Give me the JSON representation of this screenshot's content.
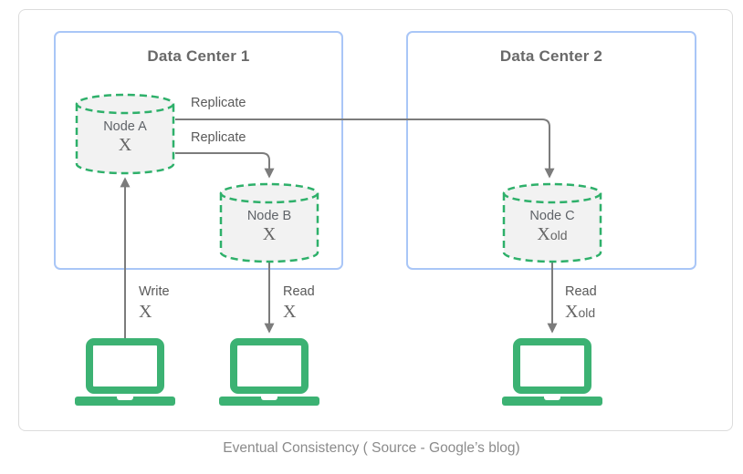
{
  "caption": "Eventual Consistency ( Source - Google’s blog)",
  "colors": {
    "laptop_green": "#3cb273",
    "node_dash_green": "#2eb06a",
    "node_fill": "#f2f2f2",
    "dc_border_blue": "#a9c6f7",
    "outer_border": "#dcdcdc",
    "arrow_gray": "#7c7c7c",
    "title_text": "#696969",
    "label_text": "#595959",
    "caption_text": "#8b8b8b"
  },
  "data_centers": [
    {
      "title": "Data Center 1"
    },
    {
      "title": "Data Center 2"
    }
  ],
  "nodes": [
    {
      "name": "Node A",
      "value": "X",
      "value_suffix": ""
    },
    {
      "name": "Node B",
      "value": "X",
      "value_suffix": ""
    },
    {
      "name": "Node C",
      "value": "X",
      "value_suffix": "old"
    }
  ],
  "labels": {
    "replicate_top": "Replicate",
    "replicate_bottom": "Replicate",
    "write": {
      "action": "Write",
      "value": "X",
      "value_suffix": ""
    },
    "read_dc1": {
      "action": "Read",
      "value": "X",
      "value_suffix": ""
    },
    "read_dc2": {
      "action": "Read",
      "value": "X",
      "value_suffix": "old"
    }
  }
}
